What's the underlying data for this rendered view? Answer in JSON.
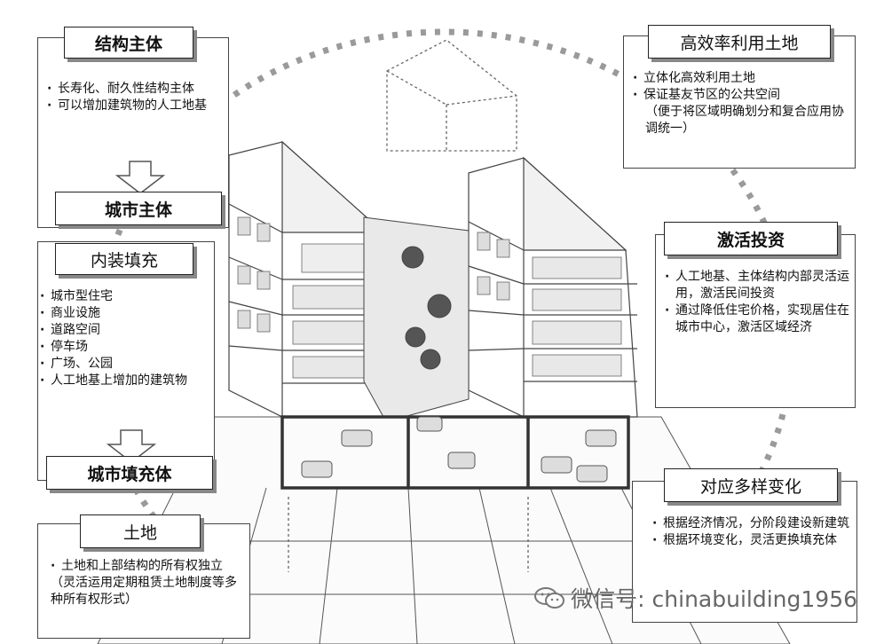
{
  "panels": {
    "structure": {
      "title": "结构主体",
      "items": [
        "长寿化、耐久性结构主体",
        "可以增加建筑物的人工地基"
      ]
    },
    "city_body": {
      "title": "城市主体"
    },
    "infill": {
      "title": "内装填充",
      "items": [
        "城市型住宅",
        "商业设施",
        "道路空间",
        "停车场",
        "广场、公园",
        "人工地基上增加的建筑物"
      ]
    },
    "city_infill": {
      "title": "城市填充体"
    },
    "land": {
      "title": "土地",
      "items": [
        "土地和上部结构的所有权独立"
      ],
      "note": "（灵活运用定期租赁土地制度等多种所有权形式）"
    },
    "efficient_land": {
      "title": "高效率利用土地",
      "items": [
        "立体化高效利用土地",
        "保证基友节区的公共空间"
      ],
      "note": "（便于将区域明确划分和复合应用协调统一）"
    },
    "investment": {
      "title": "激活投资",
      "items": [
        "人工地基、主体结构内部灵活运用，激活民间投资",
        "通过降低住宅价格，实现居住在城市中心，激活区域经济"
      ]
    },
    "diversity": {
      "title": "对应多样变化",
      "items": [
        "根据经济情况，分阶段建设新建筑",
        "根据环境变化，灵活更换填充体"
      ]
    }
  },
  "watermark": {
    "text": "微信号: chinabuilding1956"
  },
  "colors": {
    "ring": "#9a9a9a",
    "line": "#333333",
    "panel_shadow": "#888888"
  }
}
